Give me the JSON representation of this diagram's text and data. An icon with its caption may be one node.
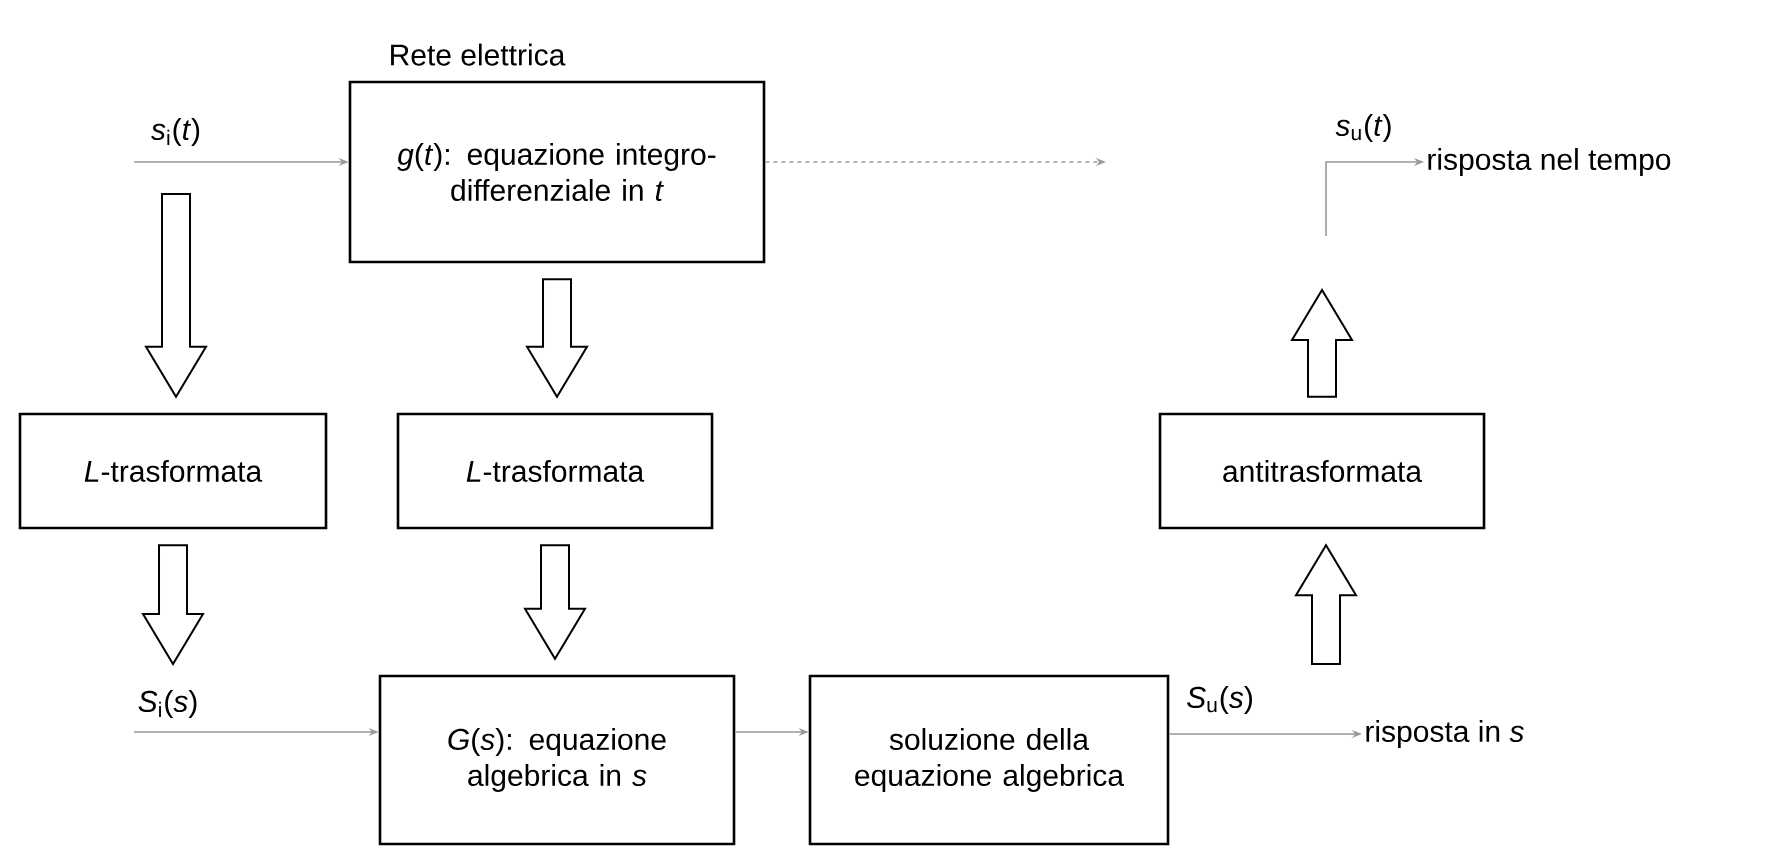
{
  "diagram": {
    "nodes": [
      {
        "text": [
          "Rete elettrica",
          "*g*(*t*): equazione integro-differenziale in *t*"
        ]
      },
      {
        "text": [
          "*L*-trasformata"
        ]
      },
      {
        "text": [
          "*L*-trasformata"
        ]
      },
      {
        "text": [
          "antitrasformata"
        ]
      },
      {
        "text": [
          "*G*(*s*): equazione algebrica in *s*"
        ]
      },
      {
        "text": [
          "soluzione della equazione algebrica"
        ]
      },
      {
        "text": [
          "risposta nel tempo"
        ]
      },
      {
        "text": [
          "risposta in *s*"
        ]
      }
    ],
    "edges": [
      {
        "from": null,
        "to": 0,
        "arrow": "to",
        "label": "*s*$_{i}$(*t*)",
        "color": "#999999"
      },
      {
        "from": null,
        "to": 1,
        "arrow": "to",
        "style": "thick"
      },
      {
        "from": 0,
        "to": 2,
        "arrow": "to",
        "style": "thick"
      },
      {
        "from": 1,
        "to": null,
        "arrow": "to",
        "style": "thick"
      },
      {
        "from": 2,
        "to": 4,
        "arrow": "to",
        "style": "thick"
      },
      {
        "from": null,
        "to": 4,
        "arrow": "to",
        "label": "*S*$_{i}$(*s*)",
        "color": "#999999"
      },
      {
        "from": 4,
        "to": 5,
        "arrow": "to",
        "color": "#999999"
      },
      {
        "from": 5,
        "to": 7,
        "arrow": "to",
        "label": "*S*$_{u}$(*s*)",
        "color": "#999999"
      },
      {
        "from": null,
        "to": 3,
        "arrow": "to",
        "style": "thick"
      },
      {
        "from": 3,
        "to": null,
        "arrow": "to",
        "style": "thick"
      },
      {
        "from": null,
        "to": 6,
        "arrow": "to",
        "label": "*s*$_{u}$(*t*)",
        "color": "#999999"
      },
      {
        "from": 0,
        "to": null,
        "arrow": "to",
        "style": "dashed",
        "color": "#999999"
      }
    ]
  }
}
